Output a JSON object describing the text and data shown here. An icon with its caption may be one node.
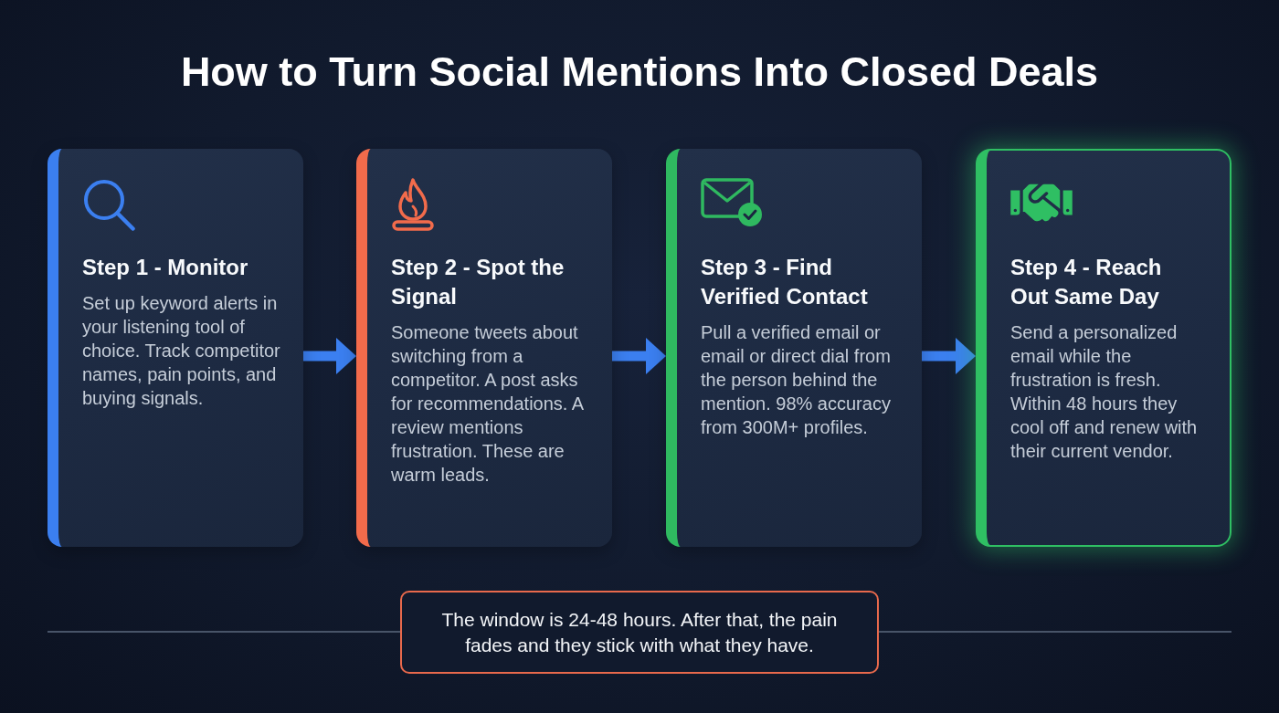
{
  "diagram": {
    "title": "How to Turn Social Mentions Into Closed Deals",
    "nodes": [
      {
        "text": [
          "Step 1 - Monitor",
          "Set up keyword alerts in your listening tool of choice. Track competitor names, pain points, and buying signals."
        ]
      },
      {
        "text": [
          "Step 2 - Spot the Signal",
          "Someone tweets about switching from a competitor. A post asks for recommendations. A review mentions frustration. These are warm leads."
        ]
      },
      {
        "text": [
          "Step 3 - Find Verified Contact",
          "Pull a verified email or email or direct dial from the person behind the mention. 98% accuracy from 300M+ profiles."
        ]
      },
      {
        "text": [
          "Step 4 - Reach Out Same Day",
          "Send a personalized email while the frustration is fresh. Within 48 hours they cool off and renew with their current vendor."
        ]
      },
      {
        "text": [
          "The window is 24-48 hours. After that, the pain fades and they stick with what they have."
        ]
      }
    ],
    "edges": [
      {
        "from": 0,
        "to": 1,
        "arrow": "to"
      },
      {
        "from": 1,
        "to": 2,
        "arrow": "to"
      },
      {
        "from": 2,
        "to": 3,
        "arrow": "to"
      }
    ]
  }
}
